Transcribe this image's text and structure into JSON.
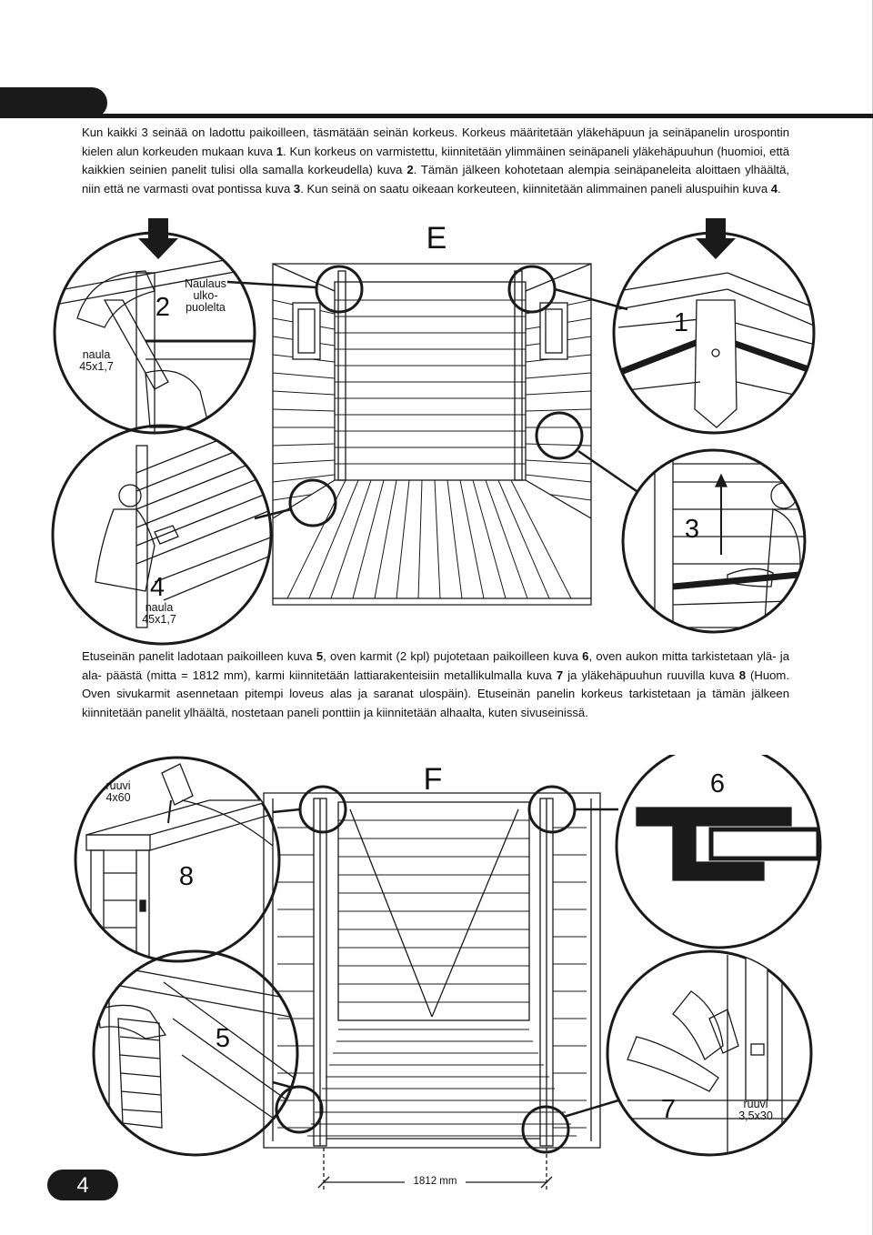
{
  "instructions": {
    "paragraph1": {
      "t1": "Kun kaikki 3 seinää on ladottu paikoilleen, täsmätään seinän korkeus. Korkeus määritetään yläkehäpuun ja seinäpanelin urospontin kielen alun korkeuden mukaan kuva ",
      "r1": "1",
      "t2": ". Kun korkeus on varmistettu, kiinnitetään ylimmäinen seinäpaneli yläkehäpuuhun (huomioi, että kaikkien seinien panelit tulisi olla samalla korkeudella) kuva ",
      "r2": "2",
      "t3": ". Tämän jälkeen kohotetaan alempia seinäpaneleita aloittaen ylhäältä, niin että ne varmasti ovat pontissa kuva ",
      "r3": "3",
      "t4": ". Kun seinä on saatu oikeaan korkeuteen, kiinnitetään alimmainen paneli aluspuihin kuva ",
      "r4": "4",
      "t5": "."
    },
    "paragraph2": {
      "t1": "Etuseinän panelit ladotaan paikoilleen kuva ",
      "r1": "5",
      "t2": ", oven karmit (2 kpl) pujotetaan paikoilleen kuva ",
      "r2": "6",
      "t3": ", oven aukon mitta tarkistetaan ylä- ja ala- päästä (mitta = 1812 mm), karmi kiinnitetään lattiarakenteisiin metallikulmalla kuva ",
      "r3": "7",
      "t4": " ja yläkehäpuuhun ruuvilla kuva ",
      "r4": "8",
      "t5": " (Huom. Oven sivukarmit asennetaan pitempi loveus alas ja saranat ulospäin). Etuseinän panelin korkeus tarkistetaan ja tämän jälkeen kiinnitetään panelit ylhäältä, nostetaan paneli ponttiin ja kiinnitetään alhaalta, kuten sivuseinissä."
    }
  },
  "figure_e": {
    "title": "E",
    "detail1": {
      "num": "1"
    },
    "detail2": {
      "num": "2",
      "note_l1": "Naulaus",
      "note_l2": "ulko-",
      "note_l3": "puolelta",
      "nail_l1": "naula",
      "nail_l2": "45x1,7"
    },
    "detail3": {
      "num": "3"
    },
    "detail4": {
      "num": "4",
      "nail_l1": "naula",
      "nail_l2": "45x1,7"
    }
  },
  "figure_f": {
    "title": "F",
    "detail5": {
      "num": "5"
    },
    "detail6": {
      "num": "6"
    },
    "detail7": {
      "num": "7",
      "screw_l1": "ruuvi",
      "screw_l2": "3,5x30"
    },
    "detail8": {
      "num": "8",
      "screw_l1": "ruuvi",
      "screw_l2": "4x60"
    },
    "dimension": "1812 mm"
  },
  "page_number": "4",
  "colors": {
    "ink": "#1a1a1a",
    "paper": "#ffffff"
  }
}
